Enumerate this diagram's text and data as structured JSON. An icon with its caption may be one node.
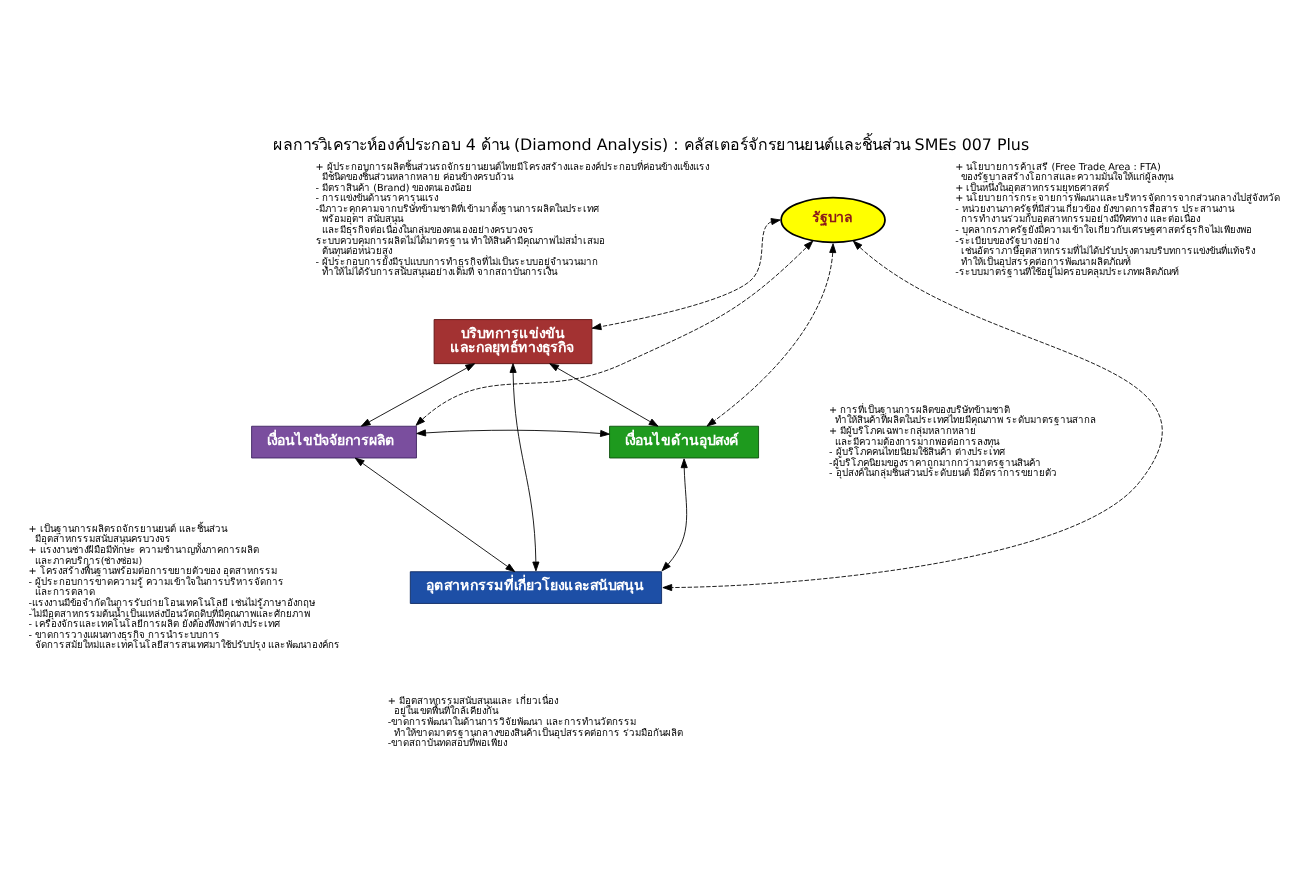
{
  "diagram": {
    "title": "ผลการวิเคราะห์องค์ประกอบ 4 ด้าน (Diamond Analysis) : คลัสเตอร์จักรยานยนต์และชิ้นส่วน SMEs 007 Plus",
    "nodes": [
      {
        "text": [
          "รัฐบาล"
        ],
        "beside": [
          "+ นโยบายการค้าเสรี (Free Trade Area : FTA) ของรัฐบาลสร้างโอกาสและความมั่นใจให้แก่ผู้ลงทุน",
          "+ เป็นหนึ่งในอุตสาหกรรมยุทธศาสตร์",
          "+ นโยบายการกระจายการพัฒนาและบริหารจัดการจากส่วนกลางไปสู่จังหวัด",
          "- หน่วยงานภาครัฐที่มีส่วนเกี่ยวข้อง ยังขาดการสื่อสาร ประสานงาน การทำงานร่วมกับอุตสาหกรรมอย่างมีทิศทาง และต่อเนื่อง",
          "- บุคลากรภาครัฐยังมีความเข้าใจเกี่ยวกับเศรษฐศาสตร์ธุรกิจไม่เพียงพอ",
          "-ระเบียบของรัฐบางอย่าง เช่นอัตราภาษีอุตสาหกรรมที่ไม่ได้ปรับปรุงตามบริบทการแข่งขันที่แท้จริง ทำให้เป็นอุปสรรคต่อการพัฒนาผลิตภัณฑ์",
          "-ระบบมาตรฐานที่ใช้อยู่ไม่ครอบคลุมประเภทผลิตภัณฑ์"
        ]
      },
      {
        "text": [
          "บริบทการแข่งขัน และกลยุทธ์ทางธุรกิจ"
        ],
        "beside": [
          "+ ผู้ประกอบการผลิตชิ้นส่วนรถจักรยานยนต์ไทยมีโครงสร้างและองค์ประกอบที่ค่อนข้างแข็งแรง มีชนิดของชิ้นส่วนหลากหลาย ค่อนข้างครบถ้วน",
          "- มีตราสินค้า (Brand) ของตนเองน้อย",
          "- การแข่งขันด้านราคารุนแรง",
          "-มีภาวะคุกคามจากบริษัทข้ามชาติที่เข้ามาตั้งฐานการผลิตในประเทศ พร้อมอุตฯ สนับสนุน และมีธุรกิจต่อเนื่องในกลุ่มของตนเองอย่างครบวงจร",
          "ระบบควบคุมการผลิตไม่ได้มาตรฐาน ทำให้สินค้ามีคุณภาพไม่สม่ำเสมอ ต้นทุนต่อหน่วยสูง",
          "- ผู้ประกอบการยังมีรูปแบบการทำธุรกิจที่ไม่เป็นระบบอยู่จำนวนมาก ทำให้ไม่ได้รับการสนับสนุนอย่างเต็มที่ จากสถาบันการเงิน"
        ]
      },
      {
        "text": [
          "เงื่อนไขปัจจัยการผลิต"
        ],
        "beside": [
          "+ เป็นฐานการผลิตรถจักรยานยนต์ และชิ้นส่วน มีอุตสาหกรรมสนับสนุนครบวงจร",
          "+ แรงงานช่างฝีมือมีทักษะ ความชำนาญทั้งภาคการผลิต และภาคบริการ(ช่างซ่อม)",
          "+ โครงสร้างพื้นฐานพร้อมต่อการขยายตัวของ อุตสาหกรรม",
          "- ผู้ประกอบการขาดความรู้ ความเข้าใจในการบริหารจัดการ และการตลาด",
          "-แรงงานมีข้อจำกัดในการรับถ่ายโอนเทคโนโลยี เช่นไม่รู้ภาษาอังกฤษ",
          "-ไม่มีอุตสาหกรรมต้นน้ำเป็นแหล่งป้อนวัตถุดิบที่มีคุณภาพและศักยภาพ",
          "- เครื่องจักรและเทคโนโลยีการผลิต ยังต้องพึ่งพาต่างประเทศ",
          "- ขาดการวางแผนทางธุรกิจ การนำระบบการ จัดการสมัยใหม่และเทคโนโลยีสารสนเทศมาใช้ปรับปรุง และพัฒนาองค์กร"
        ]
      },
      {
        "text": [
          "เงื่อนไขด้านอุปสงค์"
        ],
        "beside": [
          "+ การที่เป็นฐานการผลิตของบริษัทข้ามชาติ ทำให้สินค้าที่ผลิตในประเทศไทยมีคุณภาพ ระดับมาตรฐานสากล",
          "+ มีผู้บริโภคเฉพาะกลุ่มหลากหลาย และมีความต้องการมากพอต่อการลงทุน",
          "- ผู้บริโภคคนไทยนิยมใช้สินค้า ต่างประเทศ",
          "-ผู้บริโภคนิยมของราคาถูกมากกว่ามาตรฐานสินค้า",
          "- อุปสงค์ในกลุ่มชิ้นส่วนประดับยนต์ มีอัตราการขยายตัว"
        ]
      },
      {
        "text": [
          "อุตสาหกรรมที่เกี่ยวโยงและสนับสนุน"
        ],
        "beside": [
          "+ มีอุตสาหกรรมสนับสนุนและ เกี่ยวเนื่อง อยู่ในเขตพื้นที่ใกล้เคียงกัน",
          "-ขาดการพัฒนาในด้านการวิจัยพัฒนา และการทำนวัตกรรม ทำให้ขาดมาตรฐานกลางของสินค้าเป็นอุปสรรคต่อการ ร่วมมือกันผลิต",
          "-ขาดสถาบันทดสอบที่พอเพียง"
        ]
      }
    ],
    "edges": [
      {
        "from": 1,
        "to": 2,
        "arrow": "both"
      },
      {
        "from": 1,
        "to": 3,
        "arrow": "both"
      },
      {
        "from": 1,
        "to": 4,
        "arrow": "both"
      },
      {
        "from": 2,
        "to": 3,
        "arrow": "both"
      },
      {
        "from": 2,
        "to": 4,
        "arrow": "both"
      },
      {
        "from": 3,
        "to": 4,
        "arrow": "both"
      },
      {
        "from": 0,
        "to": 1,
        "arrow": "both",
        "style": "dashed"
      },
      {
        "from": 0,
        "to": 2,
        "arrow": "both",
        "style": "dashed"
      },
      {
        "from": 0,
        "to": 3,
        "arrow": "both",
        "style": "dashed"
      },
      {
        "from": 0,
        "to": 4,
        "arrow": "both",
        "style": "dashed"
      }
    ]
  }
}
